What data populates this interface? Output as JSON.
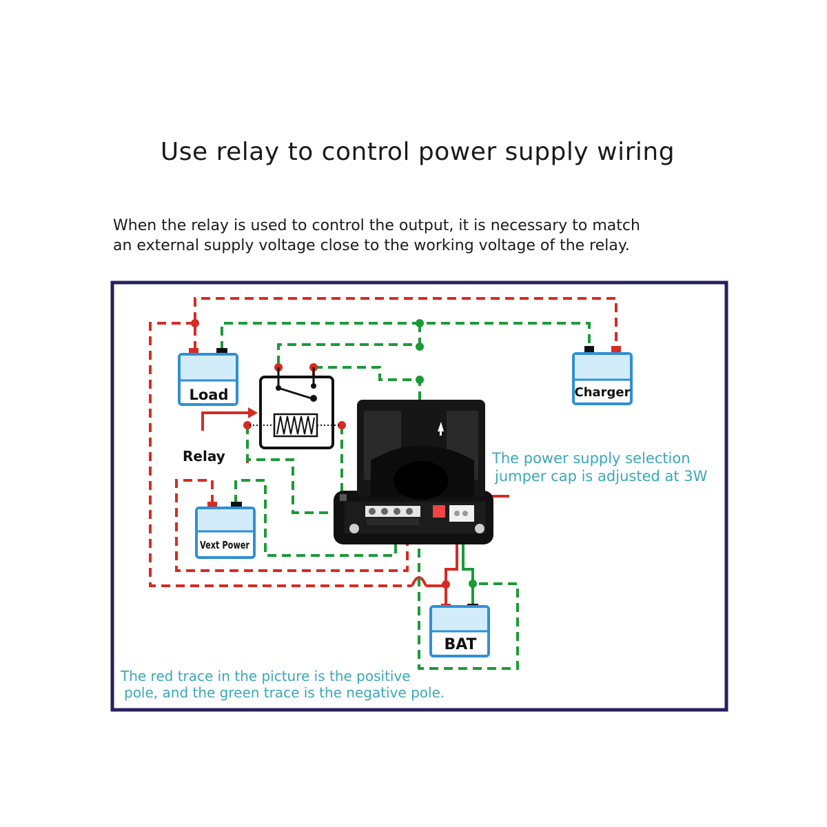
{
  "header": {
    "title": "Use relay to control power supply wiring",
    "description_line1": "When the relay is used to control the output, it is necessary to match",
    "description_line2": "an external supply voltage close to the working voltage of the relay."
  },
  "diagram": {
    "boxes": {
      "load": "Load",
      "charger": "Charger",
      "vext": "Vext Power",
      "bat": "BAT"
    },
    "relay_label": "Relay",
    "note_jumper_line1": "The power supply selection",
    "note_jumper_line2": "jumper cap is adjusted at 3W",
    "note_trace_line1": "The red trace in the picture is the positive",
    "note_trace_line2": "pole, and the green trace is the negative pole.",
    "colors": {
      "positive": "#d62b23",
      "negative": "#1b9a37",
      "frame": "#26215c",
      "box_border": "#2e8fd6",
      "box_fill": "#d3ecf9",
      "note_text": "#3aa7b6"
    }
  }
}
